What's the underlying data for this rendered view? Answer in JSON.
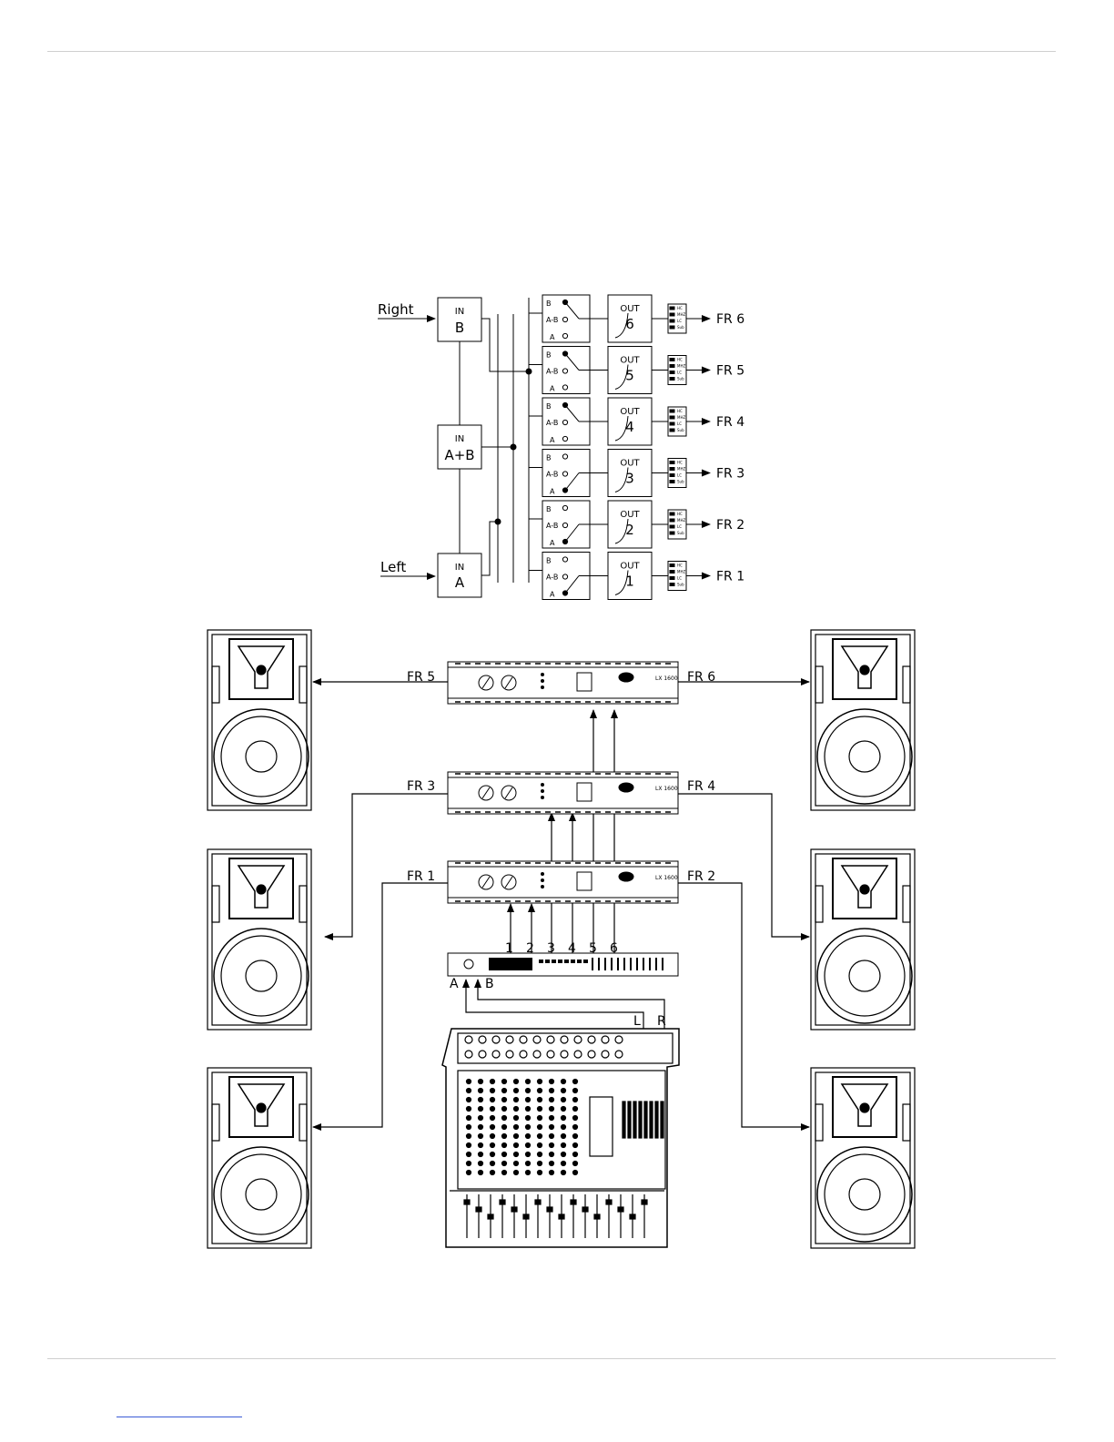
{
  "routing": {
    "input_right": "Right",
    "input_left": "Left",
    "in_label": "IN",
    "in_b": "B",
    "in_ab": "A+B",
    "in_a": "A",
    "sel_b": "B",
    "sel_ab": "A-B",
    "sel_a": "A",
    "out_label": "OUT",
    "outputs": [
      {
        "num": "6",
        "fr": "FR 6"
      },
      {
        "num": "5",
        "fr": "FR 5"
      },
      {
        "num": "4",
        "fr": "FR 4"
      },
      {
        "num": "3",
        "fr": "FR 3"
      },
      {
        "num": "2",
        "fr": "FR 2"
      },
      {
        "num": "1",
        "fr": "FR 1"
      }
    ],
    "selected": [
      "B",
      "B",
      "B",
      "A",
      "A",
      "A"
    ],
    "filter_labels": [
      "HC",
      "MHZ",
      "LC",
      "Sub"
    ]
  },
  "system": {
    "amp_top": {
      "left": "FR 5",
      "right": "FR 6",
      "model": "LX 1600"
    },
    "amp_mid": {
      "left": "FR 3",
      "right": "FR 4",
      "model": "LX 1600"
    },
    "amp_bot": {
      "left": "FR 1",
      "right": "FR 2",
      "model": "LX 1600"
    },
    "channel_numbers": [
      "1",
      "2",
      "3",
      "4",
      "5",
      "6"
    ],
    "processor_in_a": "A",
    "processor_in_b": "B",
    "mixer_l": "L",
    "mixer_r": "R"
  }
}
